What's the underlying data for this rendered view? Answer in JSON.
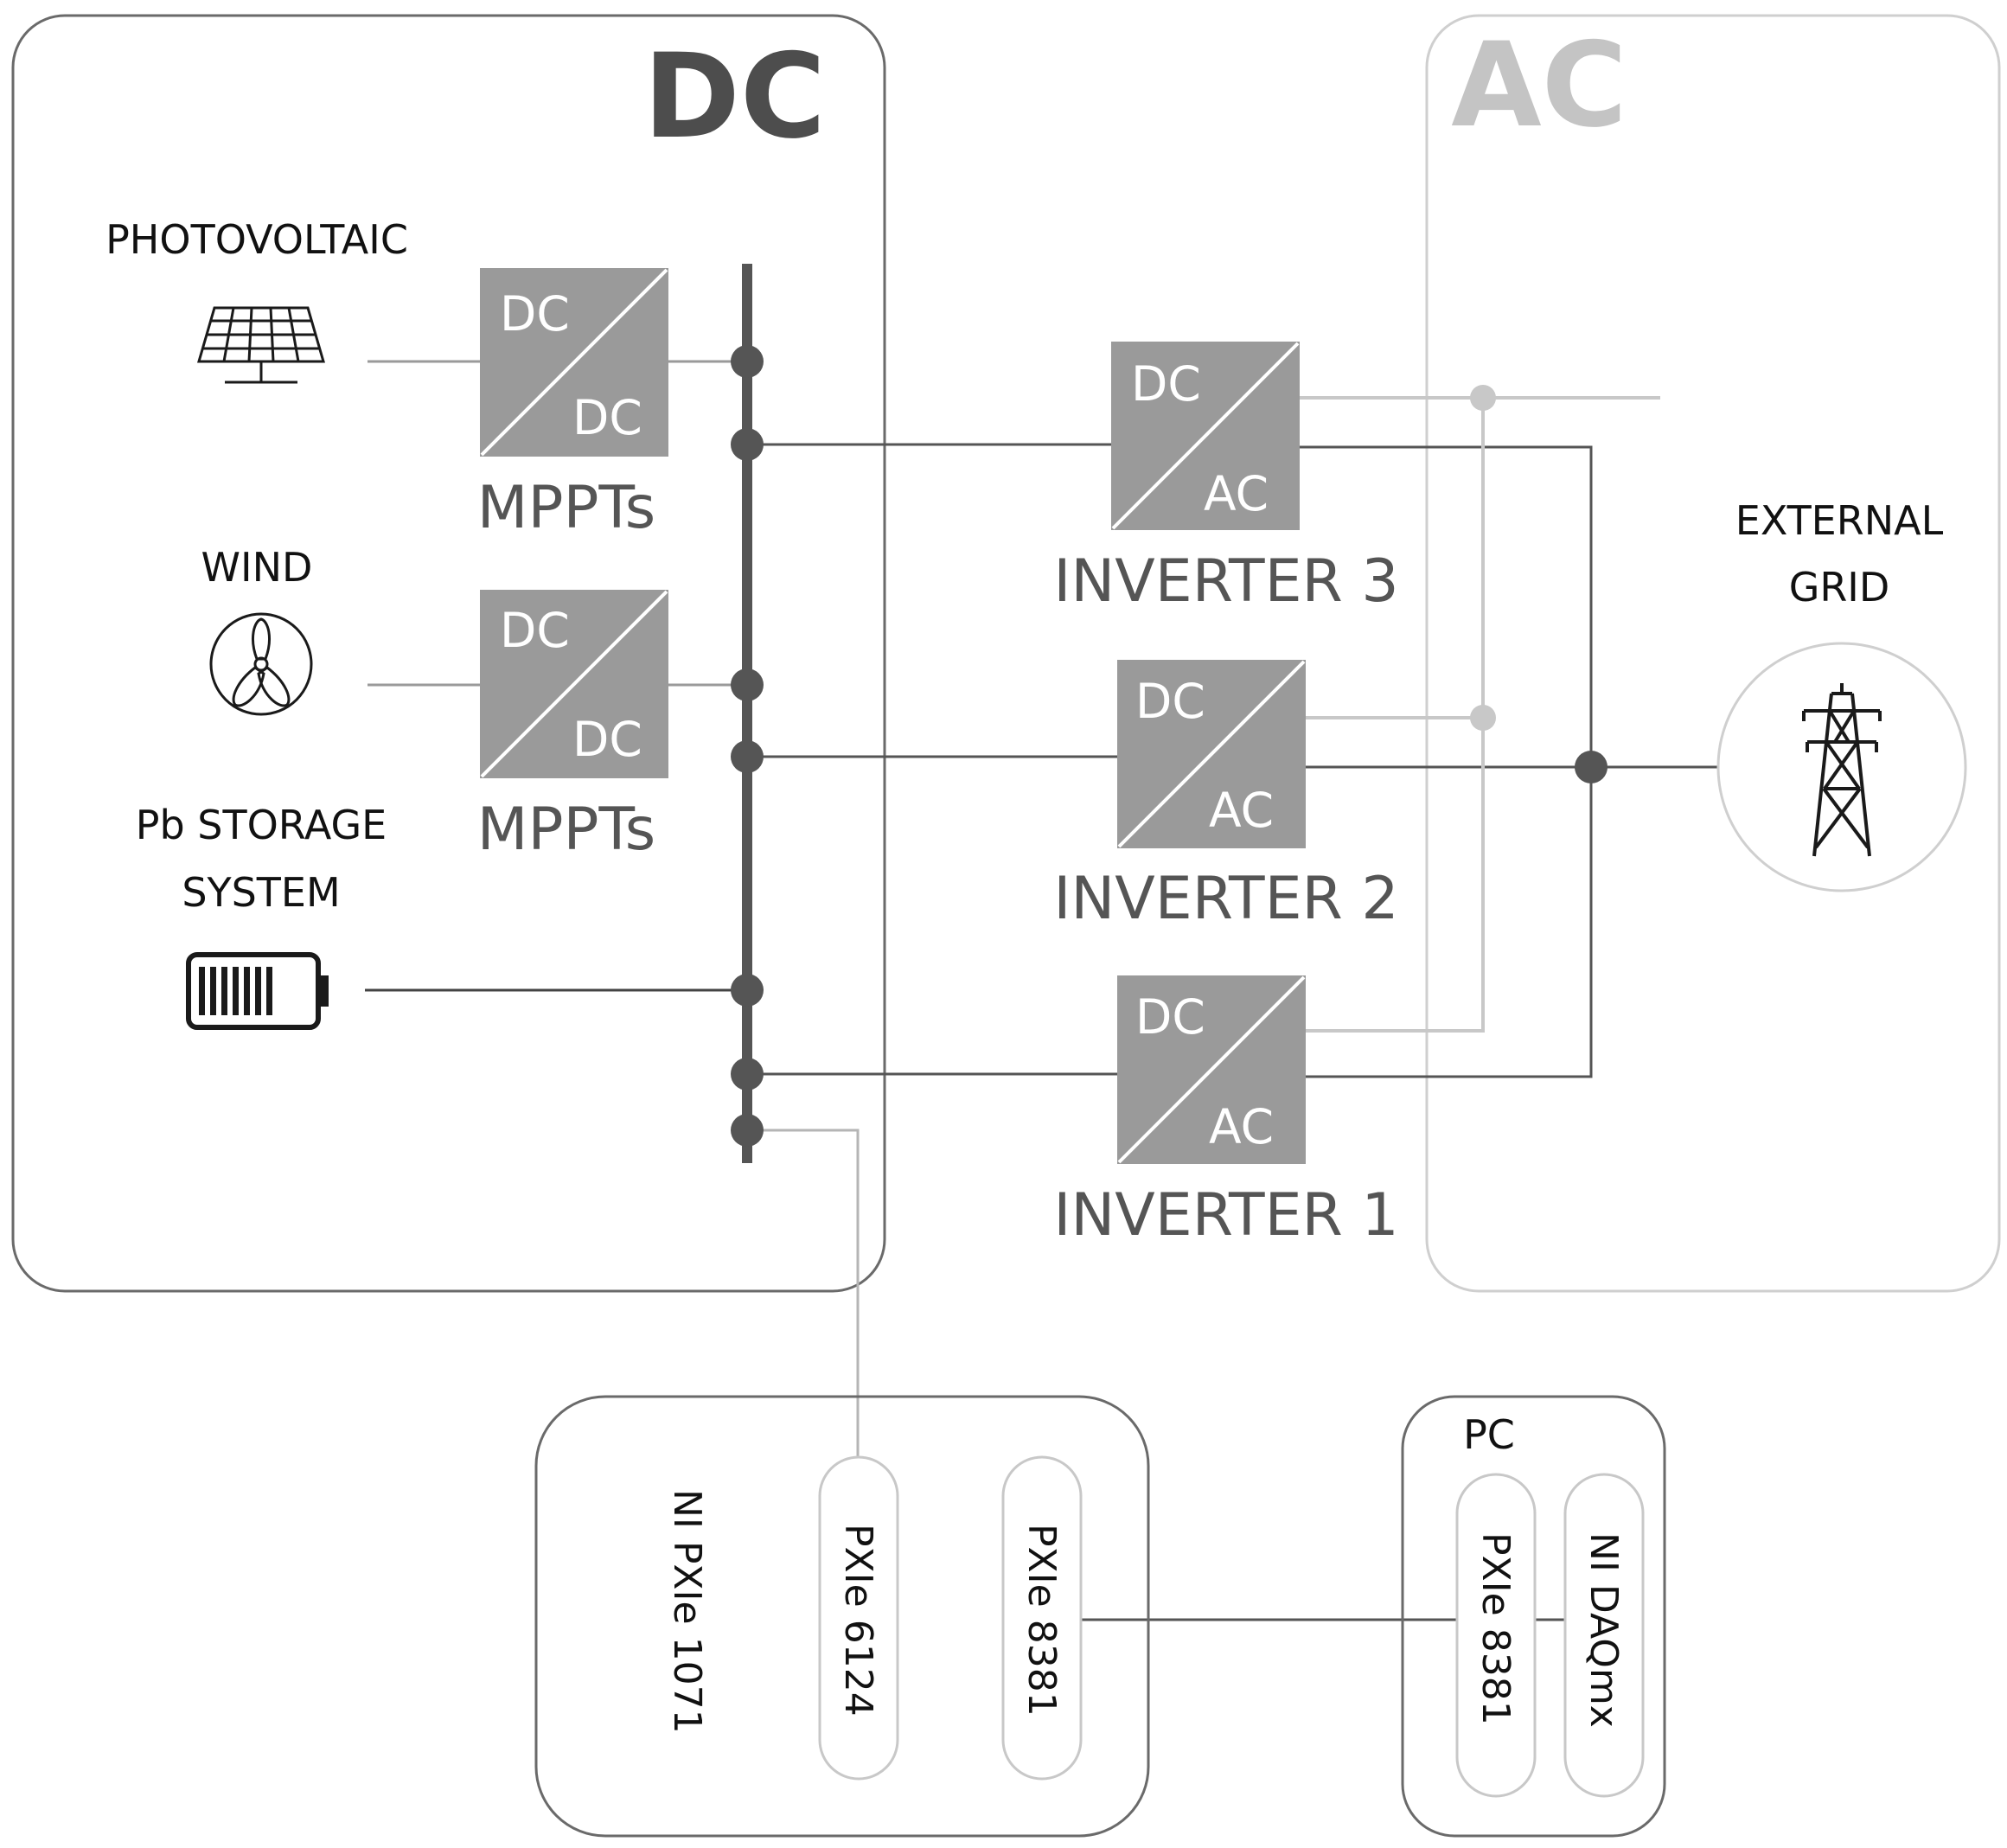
{
  "colors": {
    "dc_bus": "#555555",
    "dc_zone_border": "#6a6a6a",
    "ac_zone_border": "#cfcfcf",
    "ac_zone_title": "#c4c4c4",
    "converter_fill": "#9a9a9a",
    "ac_line_light": "#c8c8c8"
  },
  "zones": {
    "dc": {
      "title": "DC"
    },
    "ac": {
      "title": "AC"
    }
  },
  "sources": {
    "photovoltaic": {
      "label": "PHOTOVOLTAIC",
      "icon": "solar-panel-icon"
    },
    "wind": {
      "label": "WIND",
      "icon": "wind-turbine-icon"
    },
    "storage": {
      "label_line1": "Pb STORAGE",
      "label_line2": "SYSTEM",
      "icon": "battery-icon"
    }
  },
  "mppts": [
    {
      "in": "DC",
      "out": "DC",
      "caption": "MPPTs"
    },
    {
      "in": "DC",
      "out": "DC",
      "caption": "MPPTs"
    }
  ],
  "inverters": [
    {
      "in": "DC",
      "out": "AC",
      "caption": "INVERTER 3"
    },
    {
      "in": "DC",
      "out": "AC",
      "caption": "INVERTER 2"
    },
    {
      "in": "DC",
      "out": "AC",
      "caption": "INVERTER 1"
    }
  ],
  "grid": {
    "label_line1": "EXTERNAL",
    "label_line2": "GRID",
    "icon": "transmission-tower-icon"
  },
  "ni_chassis": {
    "label": "NI PXIe 1071",
    "modules": [
      "PXIe 6124",
      "PXIe 8381"
    ]
  },
  "pc": {
    "label": "PC",
    "modules": [
      "PXIe 8381",
      "NI DAQmx"
    ]
  }
}
